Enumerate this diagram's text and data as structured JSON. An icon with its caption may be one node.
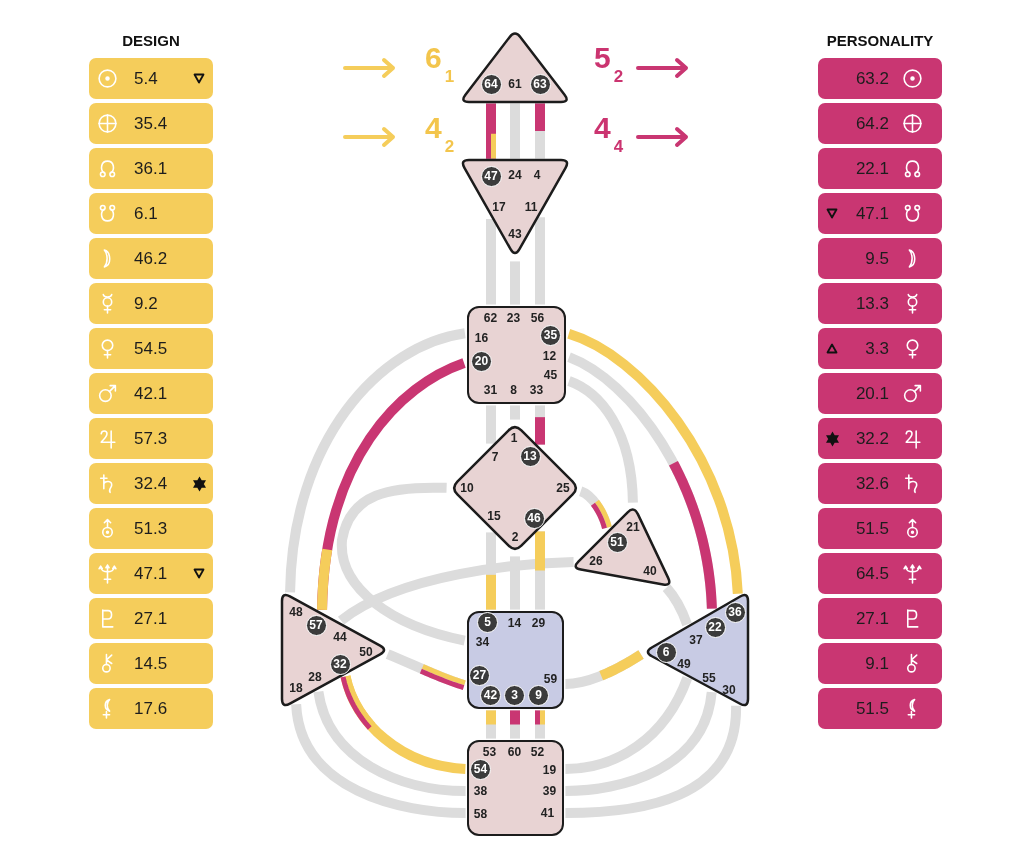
{
  "diagram": {
    "nodes": [
      {
        "text": [
          "5.4"
        ]
      },
      {
        "text": [
          "35.4"
        ]
      },
      {
        "text": [
          "36.1"
        ]
      },
      {
        "text": [
          "6.1"
        ]
      },
      {
        "text": [
          "46.2"
        ]
      },
      {
        "text": [
          "9.2"
        ]
      },
      {
        "text": [
          "54.5"
        ]
      },
      {
        "text": [
          "42.1"
        ]
      },
      {
        "text": [
          "57.3"
        ]
      },
      {
        "text": [
          "32.4"
        ]
      },
      {
        "text": [
          "51.3"
        ]
      },
      {
        "text": [
          "47.1"
        ]
      },
      {
        "text": [
          "27.1"
        ]
      },
      {
        "text": [
          "14.5"
        ]
      },
      {
        "text": [
          "17.6"
        ]
      },
      {
        "text": [
          "63.2"
        ]
      },
      {
        "text": [
          "64.2"
        ]
      },
      {
        "text": [
          "22.1"
        ]
      },
      {
        "text": [
          "47.1"
        ]
      },
      {
        "text": [
          "9.5"
        ]
      },
      {
        "text": [
          "13.3"
        ]
      },
      {
        "text": [
          "3.3"
        ]
      },
      {
        "text": [
          "20.1"
        ]
      },
      {
        "text": [
          "32.2"
        ]
      },
      {
        "text": [
          "32.6"
        ]
      },
      {
        "text": [
          "51.5"
        ]
      },
      {
        "text": [
          "64.5"
        ]
      },
      {
        "text": [
          "27.1"
        ]
      },
      {
        "text": [
          "9.1"
        ]
      },
      {
        "text": [
          "51.5"
        ]
      },
      {
        "text": [
          "61"
        ]
      },
      {
        "text": [
          "64"
        ],
        "in": 30
      },
      {
        "text": [
          "63"
        ],
        "in": 30
      },
      {
        "text": [
          "24",
          "4",
          "17",
          "11",
          "43"
        ]
      },
      {
        "text": [
          "47"
        ],
        "in": 33
      },
      {
        "text": [
          "62",
          "23",
          "56",
          "16",
          "12",
          "45",
          "31",
          "8",
          "33"
        ]
      },
      {
        "text": [
          "35"
        ],
        "in": 35
      },
      {
        "text": [
          "20"
        ],
        "in": 35
      },
      {
        "text": [
          "1",
          "7",
          "10",
          "25",
          "15",
          "2"
        ]
      },
      {
        "text": [
          "13"
        ],
        "in": 38
      },
      {
        "text": [
          "46"
        ],
        "in": 38
      },
      {
        "text": [
          "21",
          "26",
          "40"
        ]
      },
      {
        "text": [
          "51"
        ],
        "in": 41
      },
      {
        "text": [
          "48",
          "44",
          "50",
          "28",
          "18"
        ]
      },
      {
        "text": [
          "57"
        ],
        "in": 43
      },
      {
        "text": [
          "32"
        ],
        "in": 43
      },
      {
        "text": [
          "14",
          "29",
          "34",
          "59"
        ]
      },
      {
        "text": [
          "5"
        ],
        "in": 46
      },
      {
        "text": [
          "27"
        ],
        "in": 46
      },
      {
        "text": [
          "42"
        ],
        "in": 46
      },
      {
        "text": [
          "3"
        ],
        "in": 46
      },
      {
        "text": [
          "9"
        ],
        "in": 46
      },
      {
        "text": [
          "37",
          "49",
          "55",
          "30"
        ]
      },
      {
        "text": [
          "36"
        ],
        "in": 52
      },
      {
        "text": [
          "22"
        ],
        "in": 52
      },
      {
        "text": [
          "6"
        ],
        "in": 52
      },
      {
        "text": [
          "53",
          "60",
          "52",
          "19",
          "38",
          "39",
          "58",
          "41"
        ]
      },
      {
        "text": [
          "54"
        ],
        "in": 56
      }
    ],
    "edges": [
      {
        "from": 30,
        "to": 33,
        "arrow": "none",
        "color": "#c93672"
      },
      {
        "from": 30,
        "to": 33,
        "arrow": "none"
      },
      {
        "from": 30,
        "to": 33,
        "arrow": "none"
      },
      {
        "from": 33,
        "to": 35,
        "arrow": "none"
      },
      {
        "from": 33,
        "to": 35,
        "arrow": "none"
      },
      {
        "from": 33,
        "to": 35,
        "arrow": "none"
      },
      {
        "from": 35,
        "to": 38,
        "arrow": "none"
      },
      {
        "from": 35,
        "to": 38,
        "arrow": "none"
      },
      {
        "from": 35,
        "to": 38,
        "arrow": "none"
      },
      {
        "from": 38,
        "to": 46,
        "arrow": "none"
      },
      {
        "from": 38,
        "to": 46,
        "arrow": "none"
      },
      {
        "from": 38,
        "to": 46,
        "arrow": "none"
      },
      {
        "from": 35,
        "to": 43,
        "arrow": "none"
      },
      {
        "from": 35,
        "to": 43,
        "arrow": "none",
        "color": "#c93672"
      },
      {
        "from": 38,
        "to": 46,
        "arrow": "none"
      },
      {
        "from": 41,
        "to": 43,
        "arrow": "none"
      },
      {
        "from": 43,
        "to": 46,
        "arrow": "none"
      },
      {
        "from": 43,
        "to": 56,
        "arrow": "none",
        "color": "#f5cd5b"
      },
      {
        "from": 43,
        "to": 56,
        "arrow": "none"
      },
      {
        "from": 43,
        "to": 56,
        "arrow": "none"
      },
      {
        "from": 35,
        "to": 52,
        "arrow": "none",
        "color": "#f5cd5b"
      },
      {
        "from": 35,
        "to": 52,
        "arrow": "none"
      },
      {
        "from": 35,
        "to": 41,
        "arrow": "none"
      },
      {
        "from": 38,
        "to": 41,
        "arrow": "none"
      },
      {
        "from": 41,
        "to": 52,
        "arrow": "none"
      },
      {
        "from": 46,
        "to": 52,
        "arrow": "none"
      },
      {
        "from": 52,
        "to": 56,
        "arrow": "none"
      },
      {
        "from": 52,
        "to": 56,
        "arrow": "none"
      },
      {
        "from": 52,
        "to": 56,
        "arrow": "none"
      },
      {
        "from": 46,
        "to": 56,
        "arrow": "none"
      },
      {
        "from": 46,
        "to": 56,
        "arrow": "none"
      },
      {
        "from": 46,
        "to": 56,
        "arrow": "none"
      }
    ],
    "labels": [
      "DESIGN",
      "PERSONALITY",
      "6$_{1}$",
      "5$_{2}$",
      "4$_{2}$",
      "4$_{4}$"
    ]
  }
}
